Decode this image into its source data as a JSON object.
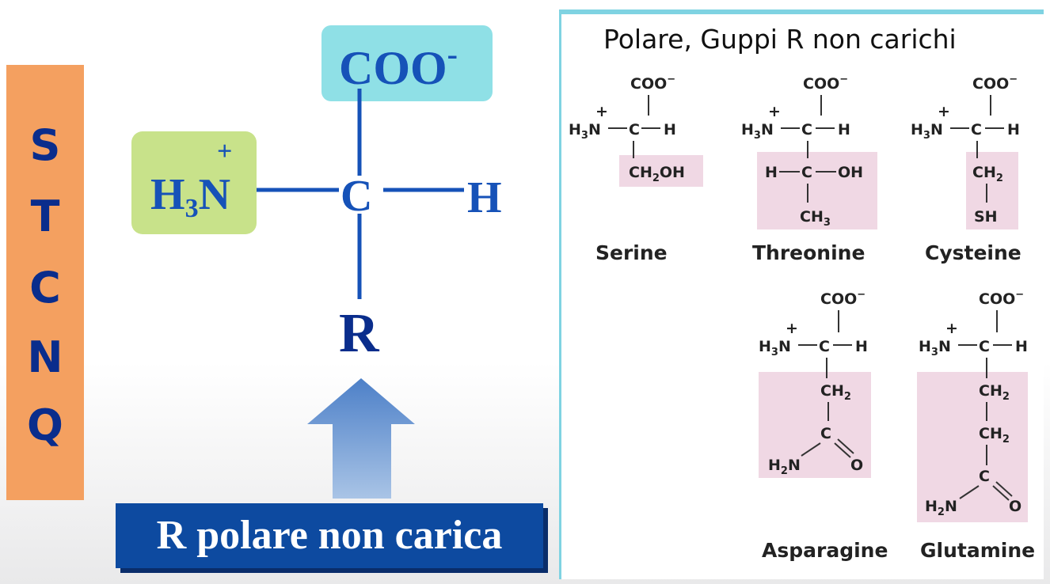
{
  "side_letters": [
    "S",
    "T",
    "C",
    "N",
    "Q"
  ],
  "main_structure": {
    "top_group": "COO",
    "top_charge": "-",
    "left_group_h": "H",
    "left_group_sub": "3",
    "left_group_n": "N",
    "left_charge": "+",
    "center": "C",
    "right_group": "H",
    "bottom_group": "R"
  },
  "banner_label": "R polare non carica",
  "panel": {
    "title": "Polare, Guppi R non carichi",
    "amino_acids": [
      {
        "name": "Serine"
      },
      {
        "name": "Threonine"
      },
      {
        "name": "Cysteine"
      },
      {
        "name": "Asparagine"
      },
      {
        "name": "Glutamine"
      }
    ]
  },
  "colors": {
    "side_bar": "#f4a060",
    "amine_box": "#c8e28a",
    "carboxyl_box": "#8fe0e6",
    "banner": "#0d4aa0",
    "r_group_highlight": "#f0d8e4"
  }
}
